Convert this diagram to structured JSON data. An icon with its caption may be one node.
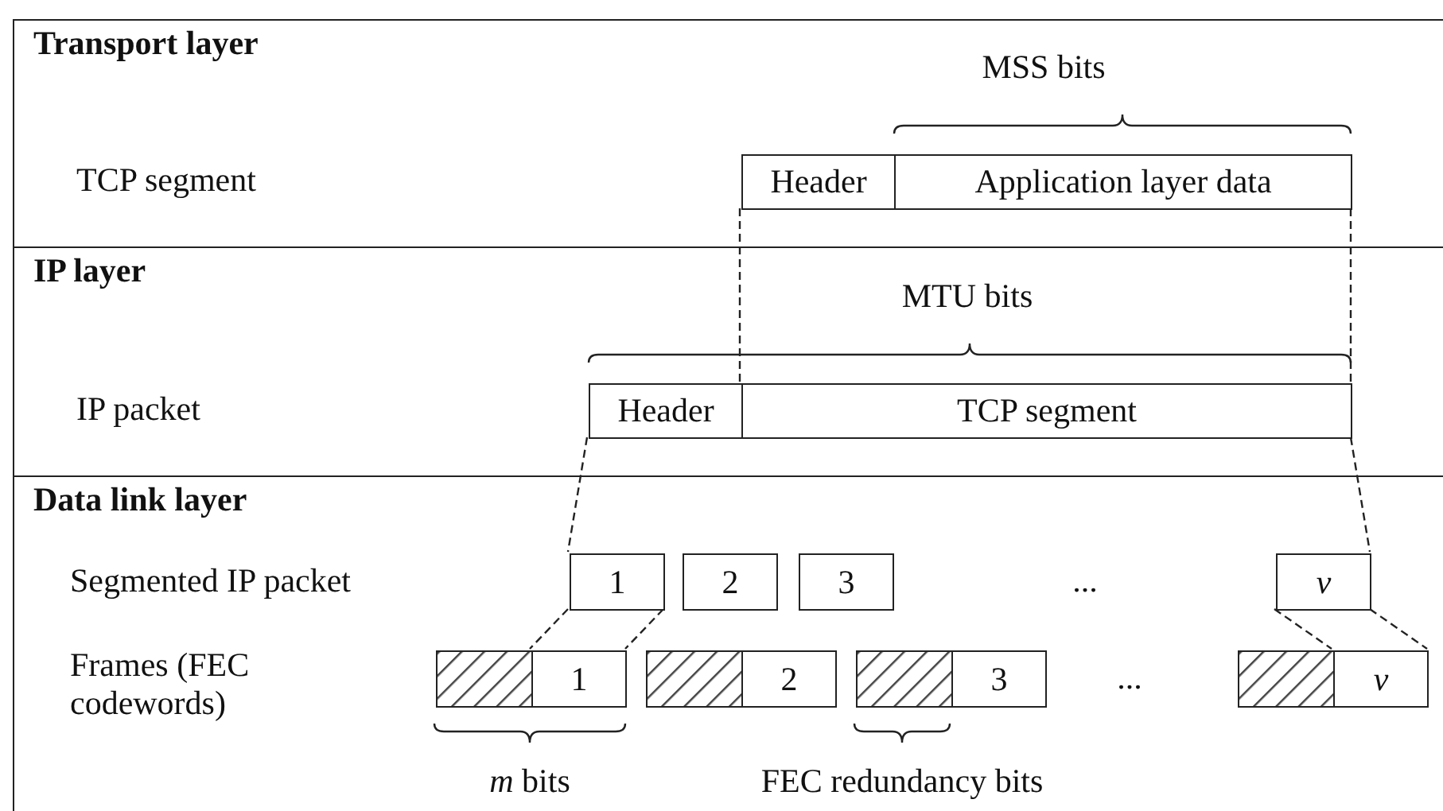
{
  "diagram": {
    "nodes": [
      {
        "text": [
          "Transport layer"
        ]
      },
      {
        "text": [
          "Header"
        ],
        "in": 0
      },
      {
        "text": [
          "Application layer data"
        ],
        "in": 0
      },
      {
        "text": [
          "IP layer"
        ]
      },
      {
        "text": [
          "Header"
        ],
        "in": 3
      },
      {
        "text": [
          "TCP segment"
        ],
        "in": 3
      },
      {
        "text": [
          "Data link layer"
        ]
      },
      {
        "text": [
          "1"
        ],
        "in": 6
      },
      {
        "text": [
          "2"
        ],
        "in": 6
      },
      {
        "text": [
          "3"
        ],
        "in": 6
      },
      {
        "text": [
          "v"
        ],
        "in": 6
      },
      {
        "text": [],
        "shape": "box",
        "in": 6
      },
      {
        "text": [
          "1"
        ],
        "in": 6
      },
      {
        "text": [],
        "shape": "box",
        "in": 6
      },
      {
        "text": [
          "2"
        ],
        "in": 6
      },
      {
        "text": [],
        "shape": "box",
        "in": 6
      },
      {
        "text": [
          "3"
        ],
        "in": 6
      },
      {
        "text": [],
        "shape": "box",
        "in": 6
      },
      {
        "text": [
          "v"
        ],
        "in": 6
      }
    ],
    "edges": [
      {
        "from": 1,
        "to": 5,
        "arrow": "none",
        "style": "dashed"
      },
      {
        "from": 2,
        "to": 5,
        "arrow": "none",
        "style": "dashed"
      },
      {
        "from": 4,
        "to": 7,
        "arrow": "none",
        "style": "dashed"
      },
      {
        "from": 5,
        "to": 10,
        "arrow": "none",
        "style": "dashed"
      },
      {
        "from": 7,
        "to": 12,
        "arrow": "none",
        "style": "dashed"
      },
      {
        "from": 10,
        "to": 18,
        "arrow": "none",
        "style": "dashed"
      }
    ],
    "labels": [
      "MSS bits",
      "TCP segment",
      "MTU bits",
      "IP packet",
      "Segmented IP packet",
      "...",
      "Frames (FEC codewords)",
      "...",
      "*m* bits",
      "FEC redundancy bits"
    ]
  }
}
